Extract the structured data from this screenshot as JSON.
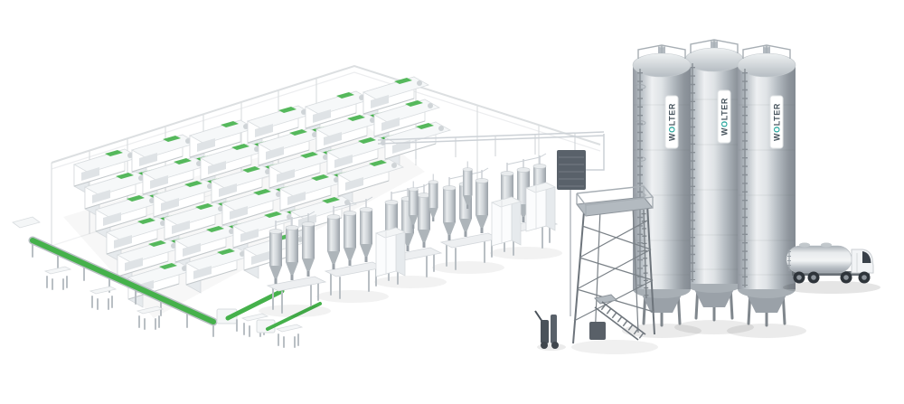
{
  "brand": {
    "w": "W",
    "o": "O",
    "rest": "LTER"
  },
  "silo_labels": [
    "WOLTER",
    "WOLTER",
    "WOLTER"
  ],
  "colors": {
    "accent_green": "#45b14b",
    "brand_teal": "#2aa79e",
    "brand_text": "#49565f",
    "line_gray": "#dcdfe1",
    "background": "#ffffff"
  }
}
